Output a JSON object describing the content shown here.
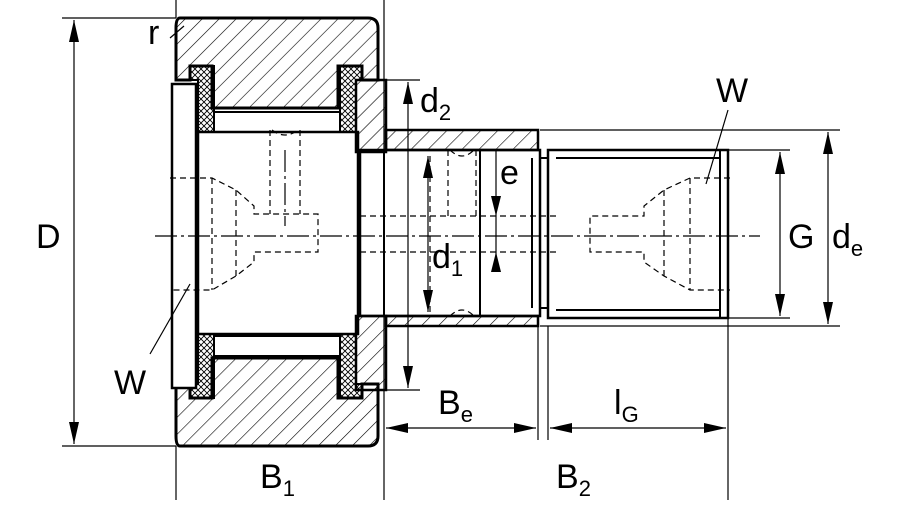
{
  "labels": {
    "r": "r",
    "D": "D",
    "d2": {
      "main": "d",
      "sub": "2"
    },
    "W_top": "W",
    "e": "e",
    "G": "G",
    "de": {
      "main": "d",
      "sub": "e"
    },
    "d1": {
      "main": "d",
      "sub": "1"
    },
    "W_bottom": "W",
    "Be": {
      "main": "B",
      "sub": "e"
    },
    "lG": {
      "main": "l",
      "sub": "G"
    },
    "B1": {
      "main": "B",
      "sub": "1"
    },
    "B2": {
      "main": "B",
      "sub": "2"
    }
  }
}
